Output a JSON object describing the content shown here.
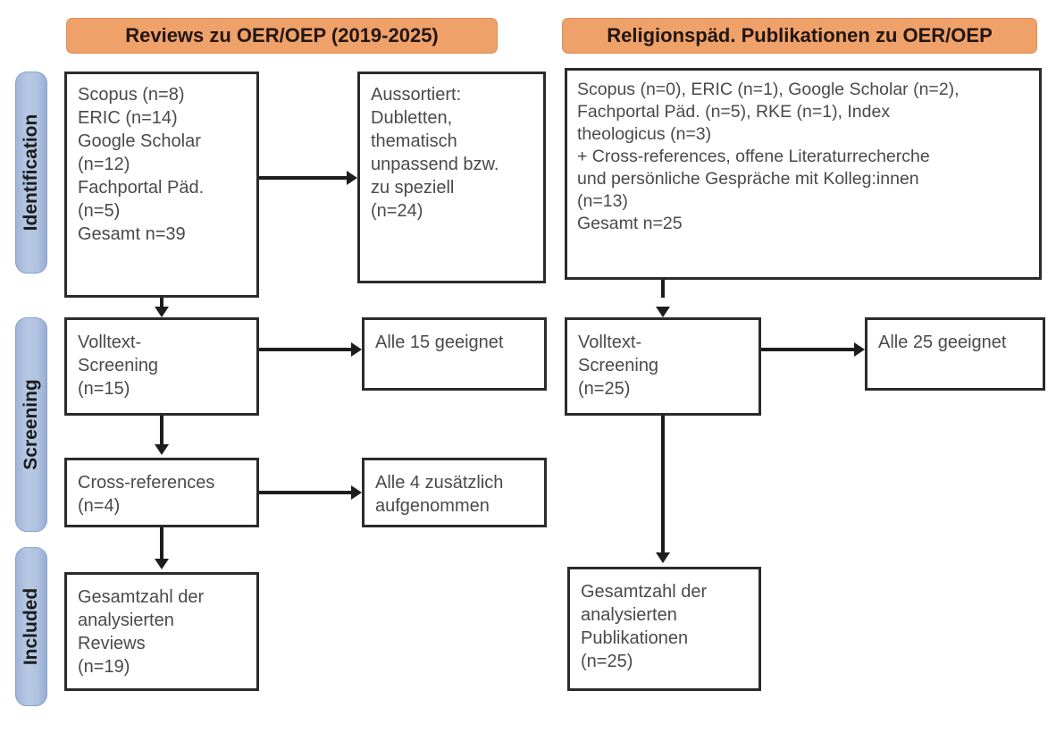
{
  "figure": {
    "type": "prisma-flow-diagram",
    "colors": {
      "header_bar": "#efa16a",
      "stage_band": "#aabfdd",
      "box_border": "#2b2b2b",
      "text": "#4a4a4a",
      "connector": "#1d1d1d",
      "background": "#ffffff"
    }
  },
  "stages": [
    {
      "id": "identification",
      "label": "Identification"
    },
    {
      "id": "screening",
      "label": "Screening"
    },
    {
      "id": "included",
      "label": "Included"
    }
  ],
  "columns": [
    {
      "id": "reviews",
      "header": "Reviews zu OER/OEP (2019-2025)",
      "boxes": {
        "sources": "Scopus (n=8)\nERIC (n=14)\nGoogle Scholar\n(n=12)\nFachportal Päd.\n(n=5)\nGesamt n=39",
        "excluded": "Aussortiert:\nDubletten,\nthematisch\nunpassend bzw.\nzu speziell\n(n=24)",
        "fulltext": "Volltext-\nScreening\n(n=15)",
        "fulltext_result": "Alle 15 geeignet",
        "crossrefs": "Cross-references\n(n=4)",
        "crossrefs_result": "Alle 4 zusätzlich\naufgenommen",
        "included": "Gesamtzahl der\nanalysierten\nReviews\n(n=19)"
      }
    },
    {
      "id": "religionspaed",
      "header": "Religionspäd. Publikationen zu OER/OEP",
      "boxes": {
        "sources": "Scopus (n=0), ERIC (n=1), Google Scholar (n=2),\nFachportal Päd. (n=5), RKE (n=1), Index\ntheologicus (n=3)\n+ Cross-references, offene Literaturrecherche\nund persönliche Gespräche mit Kolleg:innen\n(n=13)\nGesamt n=25",
        "fulltext": "Volltext-\nScreening\n(n=25)",
        "fulltext_result": "Alle 25 geeignet",
        "included": "Gesamtzahl der\nanalysierten\nPublikationen\n(n=25)"
      }
    }
  ],
  "counts": {
    "reviews_scopus": 8,
    "reviews_eric": 14,
    "reviews_google_scholar": 12,
    "reviews_fachportal": 5,
    "reviews_total_identified": 39,
    "reviews_excluded": 24,
    "reviews_fulltext": 15,
    "reviews_crossrefs": 4,
    "reviews_included": 19,
    "relpub_scopus": 0,
    "relpub_eric": 1,
    "relpub_google_scholar": 2,
    "relpub_fachportal": 5,
    "relpub_rke": 1,
    "relpub_index_theologicus": 3,
    "relpub_other": 13,
    "relpub_total_identified": 25,
    "relpub_fulltext": 25,
    "relpub_included": 25
  }
}
